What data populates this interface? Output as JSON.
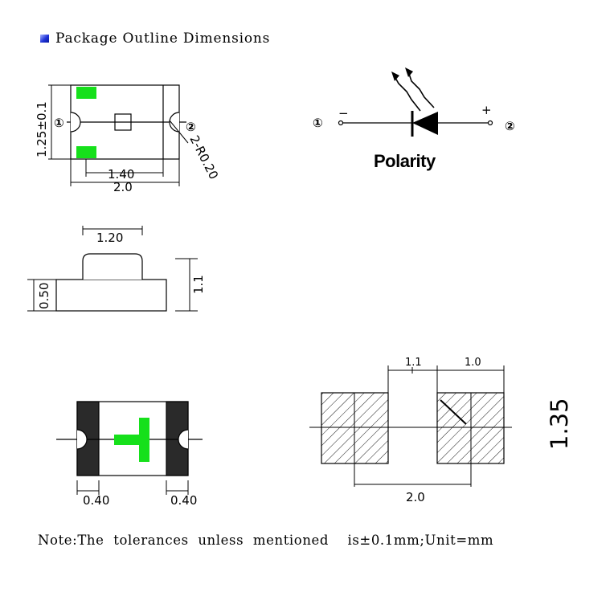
{
  "heading": "Package Outline Dimensions",
  "note": "Note:The  tolerances  unless  mentioned    is±0.1mm;Unit=mm",
  "top_view": {
    "pin1": "①",
    "pin2": "②",
    "height": "1.25±0.1",
    "pad_span": "1.40",
    "width": "2.0",
    "radius": "2-R0.20"
  },
  "polarity": {
    "pin1": "①",
    "pin2": "②",
    "minus": "−",
    "plus": "+",
    "label": "Polarity"
  },
  "side_view": {
    "lens_width": "1.20",
    "base_height": "0.50",
    "total_height": "1.1"
  },
  "bottom_view": {
    "left_pad": "0.40",
    "right_pad": "0.40"
  },
  "footprint": {
    "gap": "1.1",
    "pad_width": "1.0",
    "span": "2.0",
    "height": "1.35"
  },
  "colors": {
    "led_chip_green": "#16e01b",
    "outline": "#000000",
    "bottom_pad": "#2a2a2a"
  }
}
